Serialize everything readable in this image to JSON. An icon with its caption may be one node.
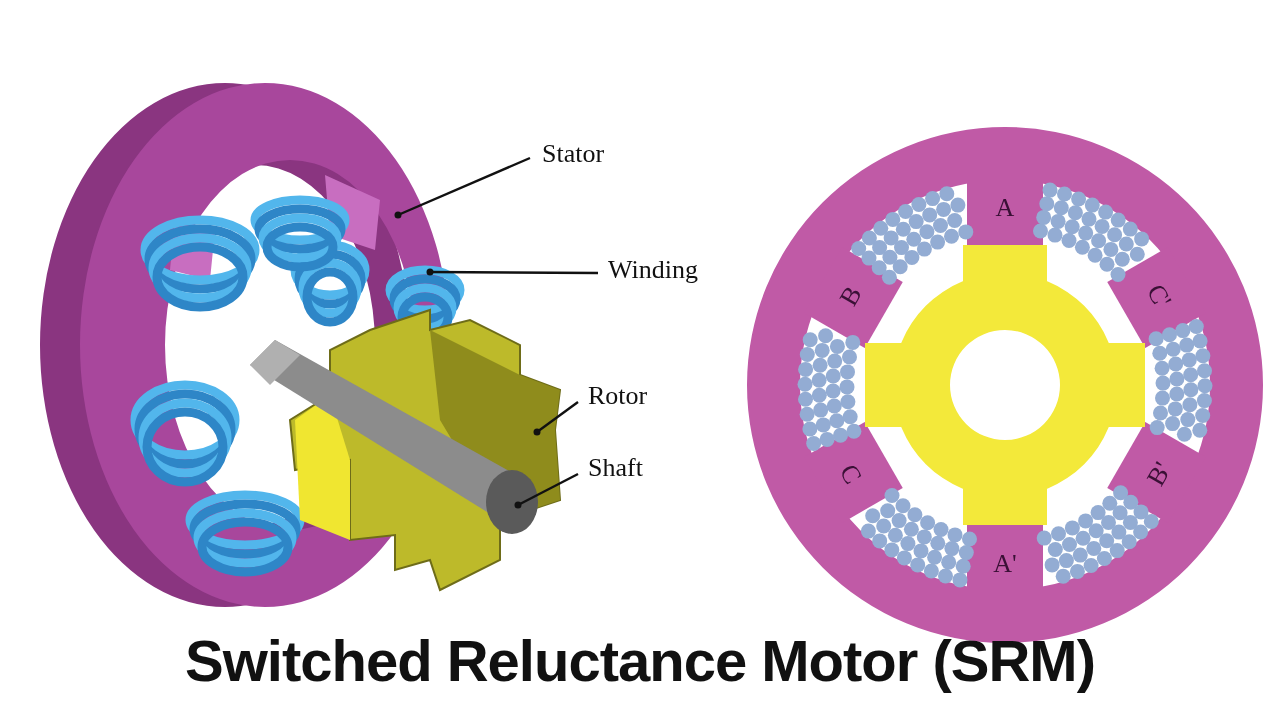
{
  "diagram": {
    "title": "Switched Reluctance Motor (SRM)",
    "nodes": [
      {
        "text": [
          "Stator"
        ]
      },
      {
        "text": [
          "Winding"
        ]
      },
      {
        "text": [
          "Rotor"
        ]
      },
      {
        "text": [
          "Shaft"
        ]
      },
      {
        "text": [],
        "shape": "picture"
      },
      {
        "text": [],
        "shape": "picture"
      },
      {
        "text": [],
        "shape": "picture"
      },
      {
        "text": [],
        "shape": "picture"
      }
    ],
    "edges": [
      {
        "from": 0,
        "to": 4,
        "arrow": "other"
      },
      {
        "from": 1,
        "to": 5,
        "arrow": "other"
      },
      {
        "from": 2,
        "to": 6,
        "arrow": "other"
      },
      {
        "from": 3,
        "to": 7,
        "arrow": "other"
      }
    ],
    "labels": [
      "A",
      "B",
      "C'",
      "C",
      "B'",
      "A'"
    ]
  }
}
